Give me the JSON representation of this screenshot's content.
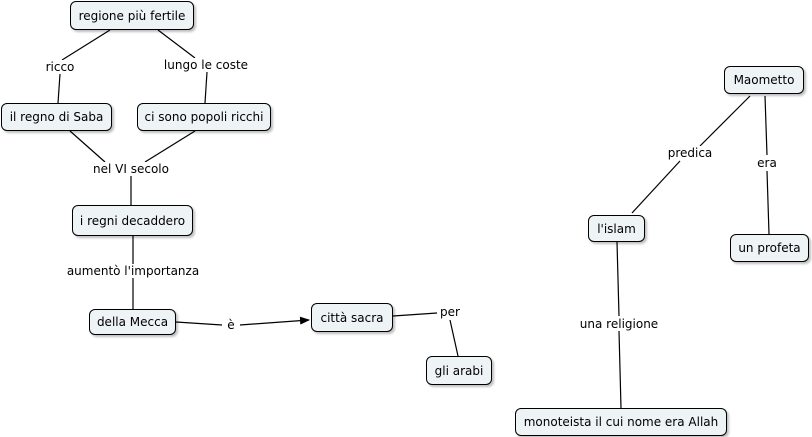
{
  "concepts": {
    "regione": "regione più fertile",
    "saba": "il regno di Saba",
    "popoli": "ci sono popoli ricchi",
    "decaddero": "i regni decaddero",
    "mecca": "della Mecca",
    "citta": "città sacra",
    "arabi": "gli arabi",
    "maometto": "Maometto",
    "islam": "l'islam",
    "profeta": "un profeta",
    "monoteista": "monoteista il cui nome era Allah"
  },
  "linking_phrases": {
    "ricco": "ricco",
    "coste": "lungo le coste",
    "secolo": "nel VI secolo",
    "importanza": "aumentò l'importanza",
    "e": "è",
    "per": "per",
    "predica": "predica",
    "era": "era",
    "religione": "una religione"
  }
}
